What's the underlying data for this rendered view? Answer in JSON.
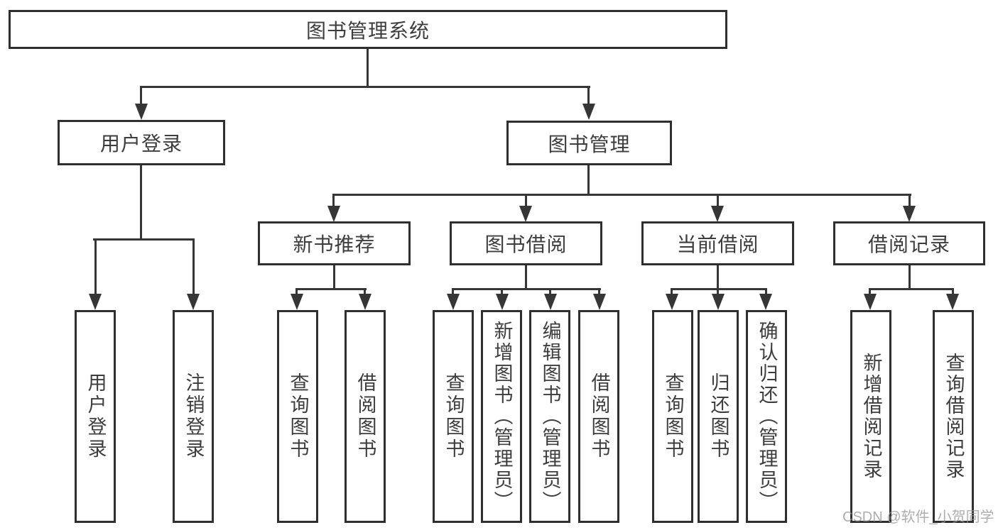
{
  "tree": {
    "label": "图书管理系统",
    "children": [
      {
        "label": "用户登录",
        "children": [
          {
            "label": "用户登录"
          },
          {
            "label": "注销登录"
          }
        ]
      },
      {
        "label": "图书管理",
        "children": [
          {
            "label": "新书推荐",
            "children": [
              {
                "label": "查询图书"
              },
              {
                "label": "借阅图书"
              }
            ]
          },
          {
            "label": "图书借阅",
            "children": [
              {
                "label": "查询图书"
              },
              {
                "label": "新增图书（管理员）"
              },
              {
                "label": "编辑图书（管理员）"
              },
              {
                "label": "借阅图书"
              }
            ]
          },
          {
            "label": "当前借阅",
            "children": [
              {
                "label": "查询图书"
              },
              {
                "label": "归还图书"
              },
              {
                "label": "确认归还（管理员）"
              }
            ]
          },
          {
            "label": "借阅记录",
            "children": [
              {
                "label": "新增借阅记录"
              },
              {
                "label": "查询借阅记录"
              }
            ]
          }
        ]
      }
    ]
  },
  "watermark": {
    "text": "CSDN @软件_小贺同学"
  },
  "colors": {
    "background": "#ffffff",
    "box_border": "#2f2f2f",
    "line": "#363636",
    "text": "#3d3d3d",
    "watermark": "#969696"
  }
}
